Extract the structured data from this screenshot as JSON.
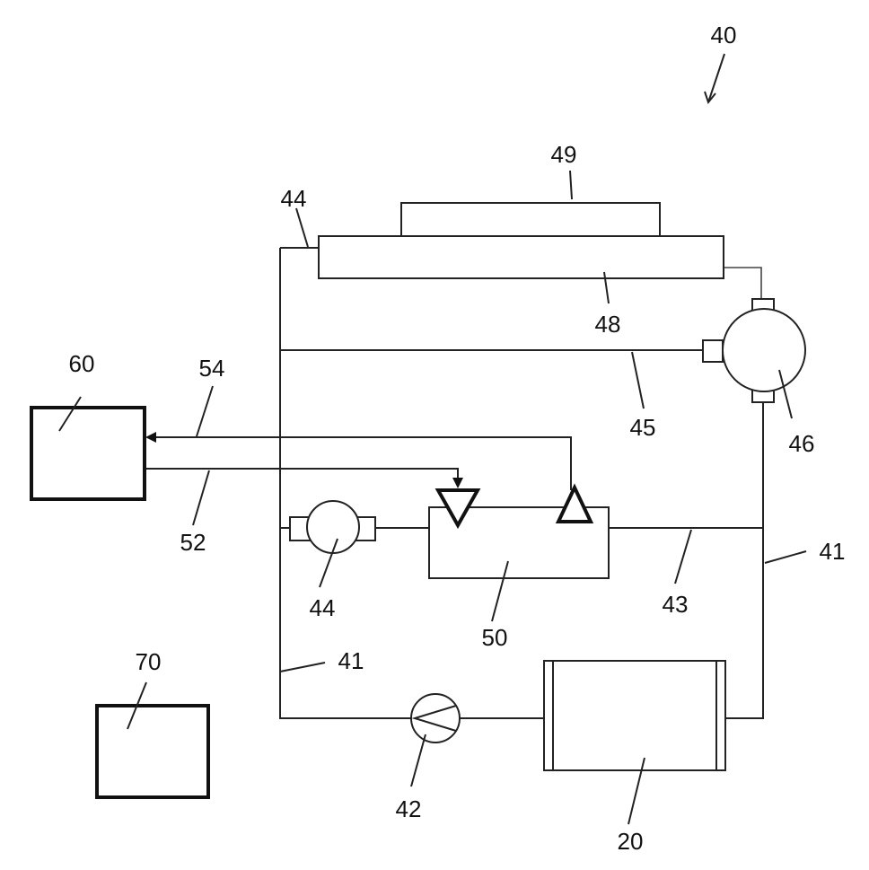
{
  "labels": {
    "system": "40",
    "plate_top": "49",
    "plate": "48",
    "line_top_left": "44",
    "pump_46": "46",
    "line_45": "45",
    "controller_60": "60",
    "signal_54": "54",
    "signal_52": "52",
    "valve_44": "44",
    "sensor_50": "50",
    "line_43": "43",
    "line_41_right": "41",
    "line_41_left": "41",
    "box_70": "70",
    "pump_42": "42",
    "tank_20": "20"
  }
}
